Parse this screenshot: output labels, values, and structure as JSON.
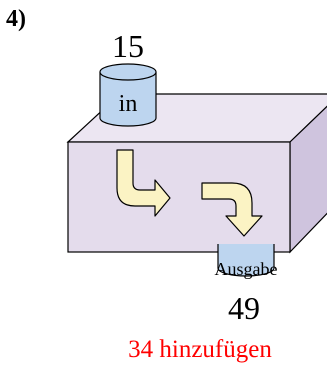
{
  "problem": {
    "label": "4)"
  },
  "input": {
    "value": "15",
    "cylinder_label": "in"
  },
  "output": {
    "value": "49",
    "cylinder_label": "Ausgabe"
  },
  "instruction": {
    "text": "34 hinzufügen"
  },
  "colors": {
    "cylinder_fill": "#bdd5ef",
    "box_front": "#e4dcec",
    "box_top": "#ece6f2",
    "box_side": "#cfc4de",
    "arrow_fill": "#fbf3c4",
    "instruction_color": "#ff0000",
    "outline": "#000000"
  }
}
